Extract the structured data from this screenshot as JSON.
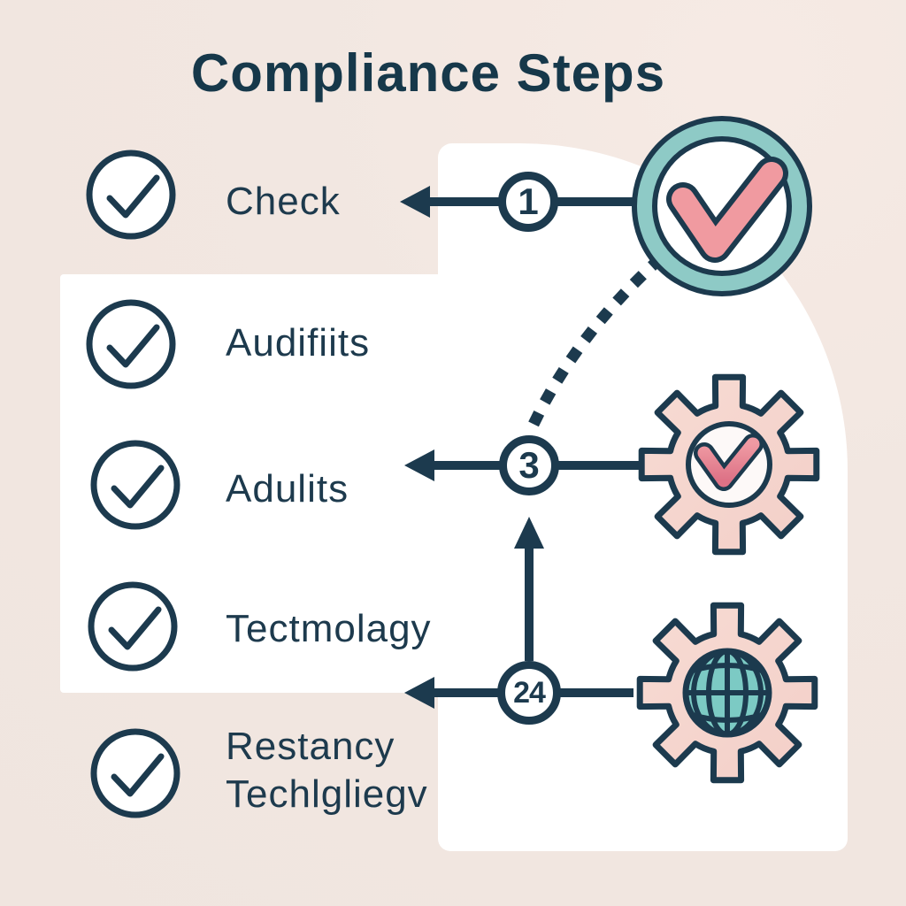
{
  "title": "Compliance Steps",
  "checklist": {
    "items": [
      {
        "label": "Check"
      },
      {
        "label": "Audifiits"
      },
      {
        "label": "Adulits"
      },
      {
        "label": "Tectmolagy"
      },
      {
        "label": "Restancy Techlgliegv"
      }
    ],
    "item_icon": "check-circle-icon"
  },
  "steps": [
    {
      "number": "1",
      "icon": "check-badge-icon"
    },
    {
      "number": "3",
      "icon": "gear-check-icon"
    },
    {
      "number": "24",
      "icon": "gear-globe-icon"
    }
  ],
  "connectors": {
    "arrow_icon": "arrow-left-icon",
    "up_arrow_icon": "arrow-up-icon",
    "dotted_link": "dotted-connector"
  },
  "colors": {
    "navy": "#1c3a4e",
    "cream_background": "#f2e7e1",
    "panel_white": "#ffffff",
    "teal_ring": "#8ecac6",
    "check_pink": "#f09aa0",
    "gear_pink": "#f5d4cc",
    "inner_check_red": "#e2808e",
    "globe_teal": "#7ccac4"
  }
}
